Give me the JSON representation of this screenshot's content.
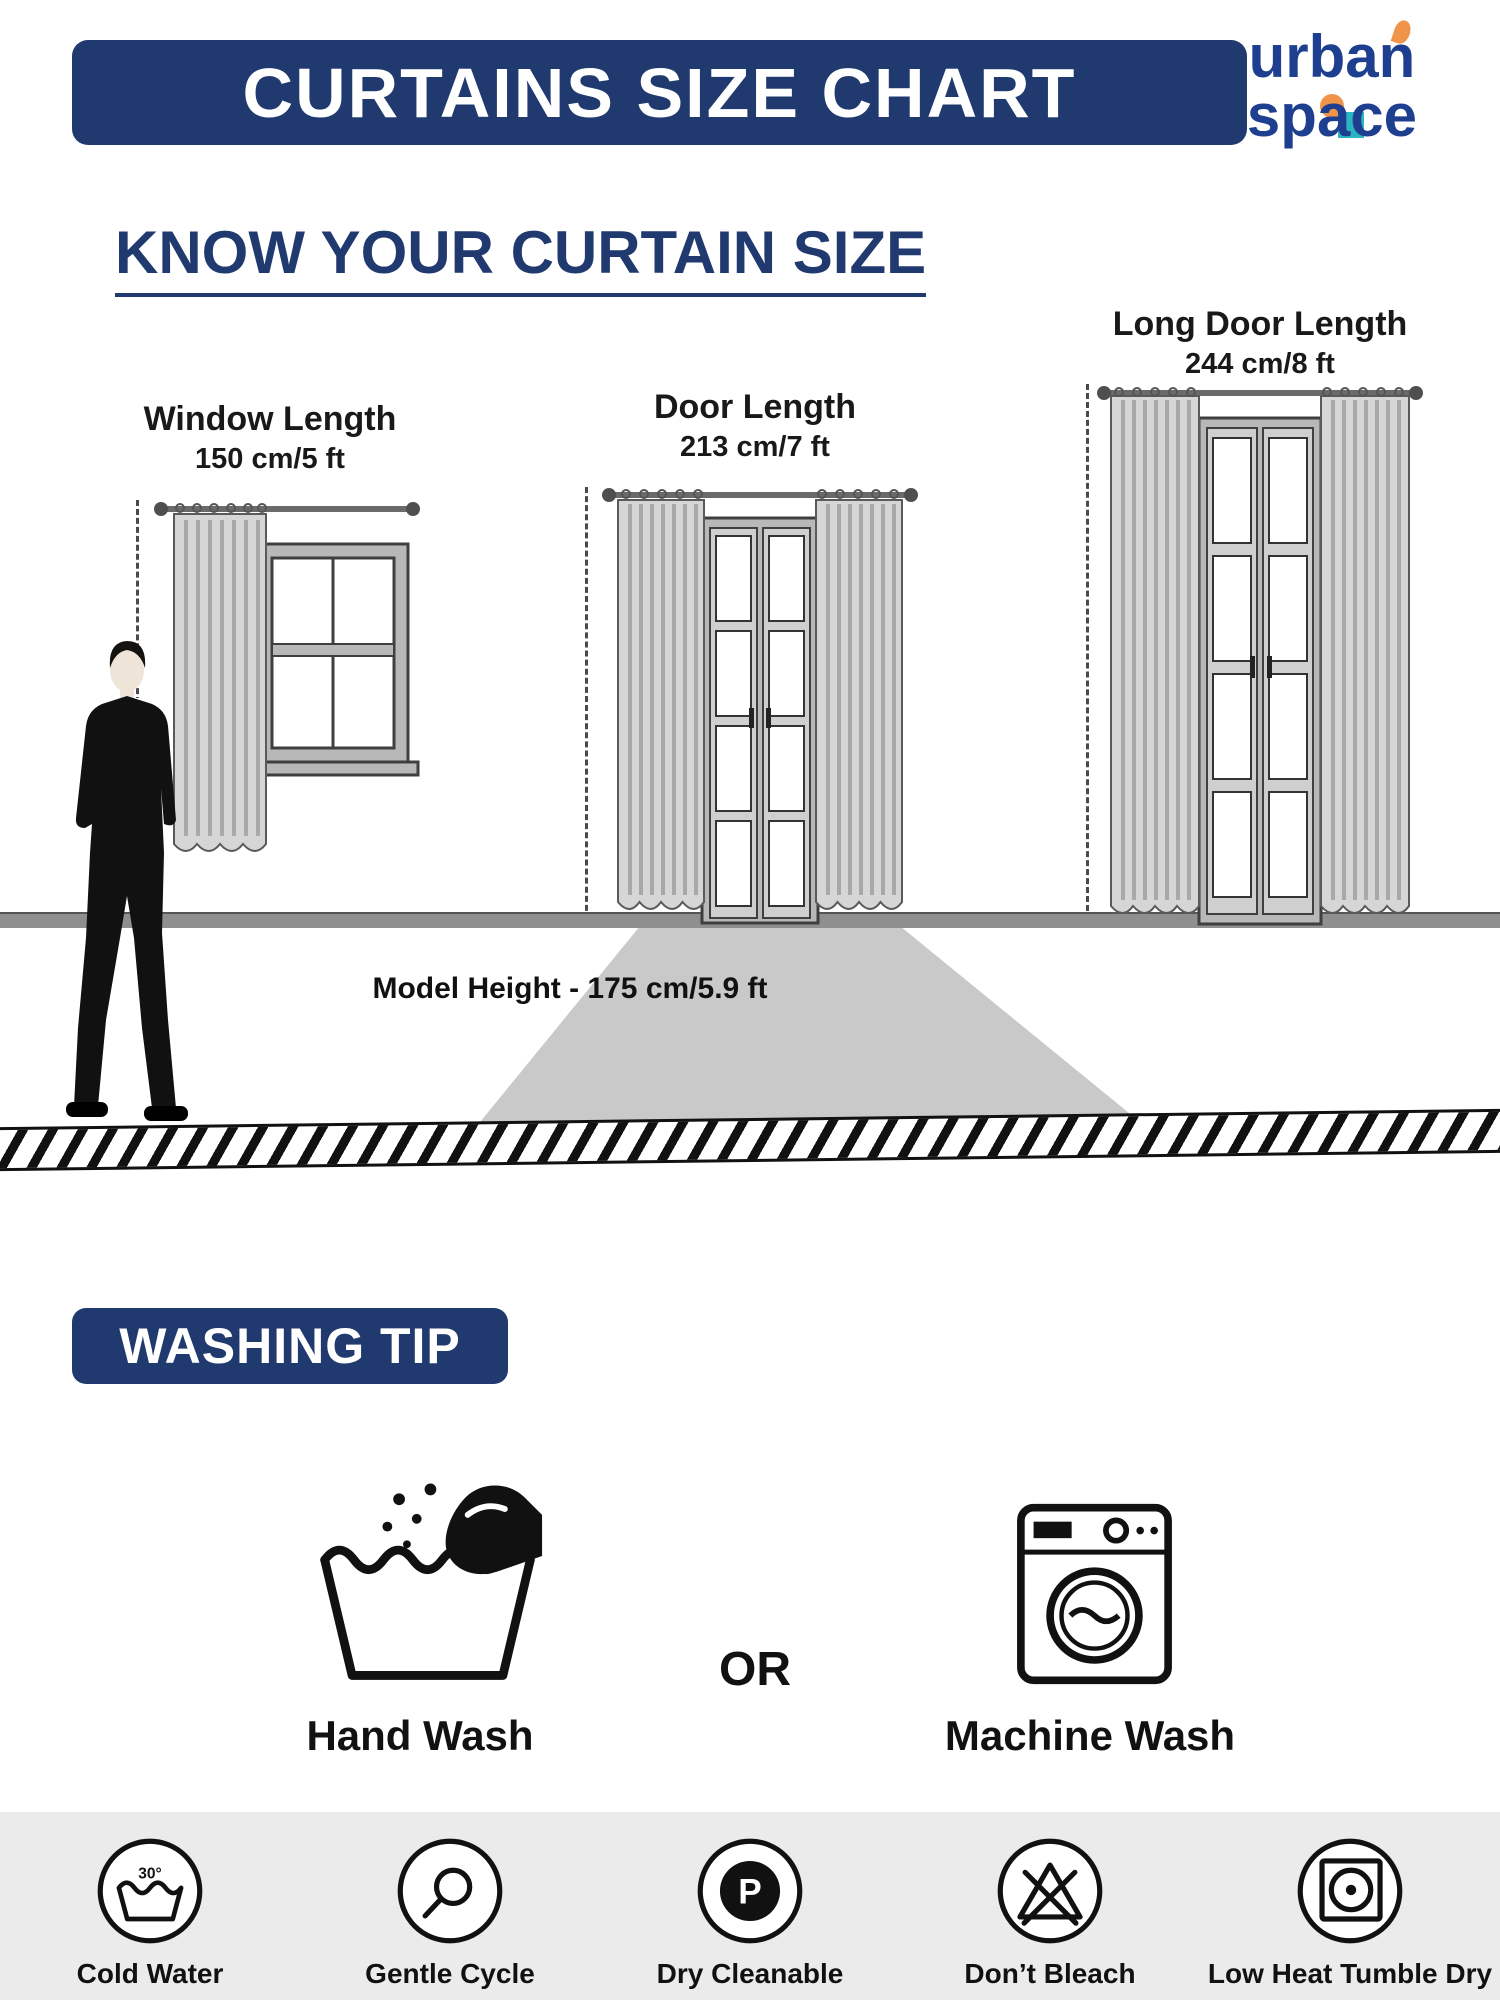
{
  "colors": {
    "navy": "#203a70",
    "logo_blue": "#1e3f8f",
    "teal": "#2ab5c0",
    "orange": "#f0944a",
    "curtain_gray": "#d6d6d6",
    "floor_gray": "#8f8f8f",
    "care_strip_bg": "#ebebeb"
  },
  "header": {
    "title": "CURTAINS SIZE CHART",
    "brand_line1": "urban",
    "brand_line2": "space"
  },
  "size_guide": {
    "title": "KNOW YOUR CURTAIN SIZE",
    "items": [
      {
        "label": "Window Length",
        "size": "150 cm/5 ft",
        "icon": "window-curtain-illustration"
      },
      {
        "label": "Door Length",
        "size": "213 cm/7 ft",
        "icon": "door-curtain-illustration"
      },
      {
        "label": "Long Door Length",
        "size": "244 cm/8 ft",
        "icon": "long-door-curtain-illustration"
      }
    ],
    "model_height": "Model Height - 175 cm/5.9 ft"
  },
  "washing_tip": {
    "title": "WASHING TIP",
    "options": [
      {
        "label": "Hand Wash",
        "icon": "hand-wash-icon"
      },
      {
        "label": "Machine Wash",
        "icon": "machine-wash-icon"
      }
    ],
    "separator": "OR"
  },
  "care_instructions": {
    "items": [
      {
        "label": "Cold Water",
        "icon": "cold-water-30-icon"
      },
      {
        "label": "Gentle Cycle",
        "icon": "gentle-cycle-icon"
      },
      {
        "label": "Dry Cleanable",
        "icon": "dry-clean-p-icon"
      },
      {
        "label": "Don’t Bleach",
        "icon": "dont-bleach-icon"
      },
      {
        "label": "Low Heat Tumble Dry",
        "icon": "tumble-dry-low-icon"
      }
    ]
  }
}
